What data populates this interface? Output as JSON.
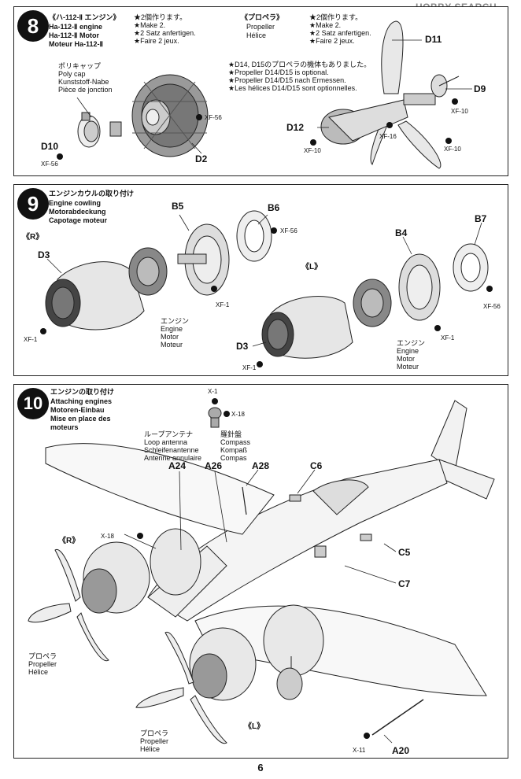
{
  "watermark": "HOBBY SEARCH",
  "page_number": "6",
  "step8": {
    "number": "8",
    "engine_title": [
      "《ハ-112-Ⅱ エンジン》",
      "Ha-112-Ⅱ engine",
      "Ha-112-Ⅱ Motor",
      "Moteur Ha-112-Ⅱ"
    ],
    "engine_make": [
      "★2個作ります。",
      "★Make 2.",
      "★2 Satz anfertigen.",
      "★Faire 2 jeux."
    ],
    "polycap": [
      "ポリキャップ",
      "Poly cap",
      "Kunststoff-Nabe",
      "Pièce de jonction"
    ],
    "propeller_title": [
      "《プロペラ》",
      "Propeller",
      "Hélice"
    ],
    "propeller_make": [
      "★2個作ります。",
      "★Make 2.",
      "★2 Satz anfertigen.",
      "★Faire 2 jeux."
    ],
    "optional_note": [
      "★D14, D15のプロペラの機体もありました。",
      "★Propeller D14/D15 is optional.",
      "★Propeller D14/D15 nach Ermessen.",
      "★Les hélices D14/D15 sont optionnelles."
    ],
    "parts": {
      "D10": "D10",
      "D2": "D2",
      "D11": "D11",
      "D9": "D9",
      "D12": "D12"
    },
    "paints": {
      "xf56a": "XF-56",
      "xf56b": "XF-56",
      "xf10a": "XF-10",
      "xf16": "XF-16",
      "xf10b": "XF-10",
      "xf10c": "XF-10"
    }
  },
  "step9": {
    "number": "9",
    "title": [
      "エンジンカウルの取り付け",
      "Engine cowling",
      "Motorabdeckung",
      "Capotage moteur"
    ],
    "right_tag": "《R》",
    "left_tag": "《L》",
    "engine_label_r": [
      "エンジン",
      "Engine",
      "Motor",
      "Moteur"
    ],
    "engine_label_l": [
      "エンジン",
      "Engine",
      "Motor",
      "Moteur"
    ],
    "parts": {
      "B5": "B5",
      "B6": "B6",
      "D3a": "D3",
      "B4": "B4",
      "B7": "B7",
      "D3b": "D3"
    },
    "paints": {
      "xf56a": "XF-56",
      "xf1a": "XF-1",
      "xf1b": "XF-1",
      "xf1c": "XF-1",
      "xf56b": "XF-56",
      "xf1d": "XF-1"
    }
  },
  "step10": {
    "number": "10",
    "title": [
      "エンジンの取り付け",
      "Attaching engines",
      "Motoren-Einbau",
      "Mise en place des",
      "moteurs"
    ],
    "loop_antenna": [
      "ループアンテナ",
      "Loop antenna",
      "Schleifenantenne",
      "Antenne annulaire"
    ],
    "compass": [
      "羅針盤",
      "Compass",
      "Kompaß",
      "Compas"
    ],
    "propeller_r": [
      "プロペラ",
      "Propeller",
      "Hélice"
    ],
    "propeller_l": [
      "プロペラ",
      "Propeller",
      "Hélice"
    ],
    "right_tag": "《R》",
    "left_tag": "《L》",
    "parts": {
      "A24": "A24",
      "A26": "A26",
      "A28": "A28",
      "C6": "C6",
      "C5": "C5",
      "C7": "C7",
      "A20": "A20"
    },
    "paints": {
      "x1": "X-1",
      "x18a": "X-18",
      "x18b": "X-18",
      "x11": "X-11"
    }
  }
}
